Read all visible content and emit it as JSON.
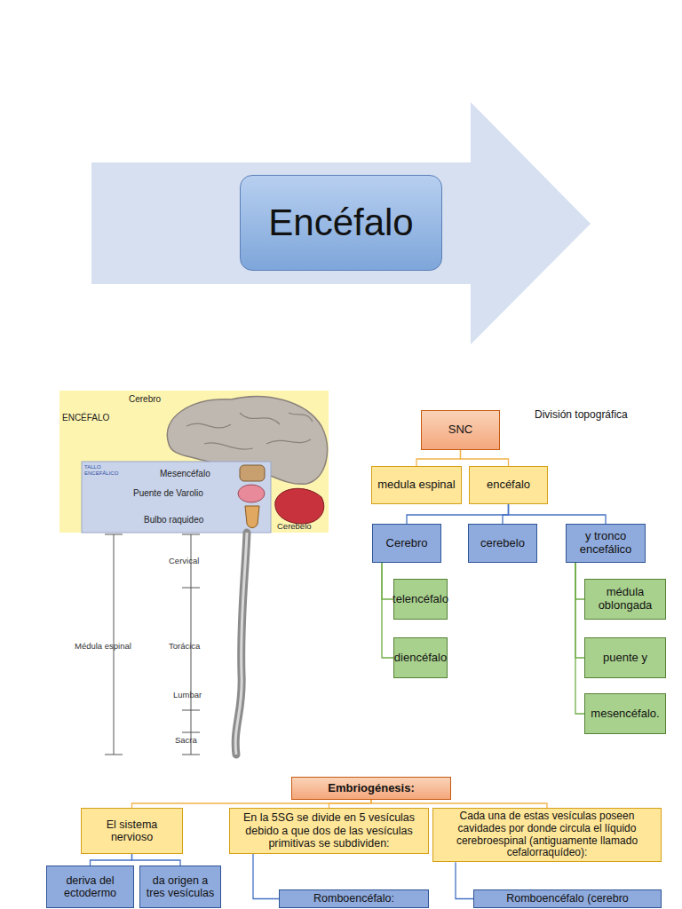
{
  "diagram": {
    "nodes": [
      {
        "text": [
          "Encéfalo"
        ]
      },
      {
        "text": [
          "SNC"
        ]
      },
      {
        "text": [
          "medula espinal"
        ]
      },
      {
        "text": [
          "encéfalo"
        ]
      },
      {
        "text": [
          "Cerebro"
        ]
      },
      {
        "text": [
          "cerebelo"
        ]
      },
      {
        "text": [
          "y tronco encefálico"
        ]
      },
      {
        "text": [
          "telencéfalo"
        ]
      },
      {
        "text": [
          "diencéfalo"
        ]
      },
      {
        "text": [
          "médula oblongada"
        ]
      },
      {
        "text": [
          "puente y"
        ]
      },
      {
        "text": [
          "mesencéfalo."
        ]
      },
      {
        "text": [
          "Embriogénesis:"
        ]
      },
      {
        "text": [
          "El sistema nervioso"
        ]
      },
      {
        "text": [
          "En la 5SG se divide en 5 vesículas debido a que dos de las vesículas primitivas se subdividen:"
        ]
      },
      {
        "text": [
          "Cada una de estas vesículas poseen cavidades por donde circula el líquido cerebroespinal (antiguamente llamado cefalorraquídeo):"
        ]
      },
      {
        "text": [
          "deriva del ectodermo"
        ]
      },
      {
        "text": [
          "da origen a tres vesículas"
        ]
      },
      {
        "text": [
          "Romboencéfalo:"
        ]
      },
      {
        "text": [
          "Romboencéfalo (cerebro"
        ]
      }
    ],
    "edges": [
      {
        "from": 1,
        "to": 2,
        "arrow": "none"
      },
      {
        "from": 1,
        "to": 3,
        "arrow": "none"
      },
      {
        "from": 3,
        "to": 4,
        "arrow": "none"
      },
      {
        "from": 3,
        "to": 5,
        "arrow": "none"
      },
      {
        "from": 3,
        "to": 6,
        "arrow": "none"
      },
      {
        "from": 4,
        "to": 7,
        "arrow": "none"
      },
      {
        "from": 4,
        "to": 8,
        "arrow": "none"
      },
      {
        "from": 6,
        "to": 9,
        "arrow": "none"
      },
      {
        "from": 6,
        "to": 10,
        "arrow": "none"
      },
      {
        "from": 6,
        "to": 11,
        "arrow": "none"
      },
      {
        "from": 12,
        "to": 13,
        "arrow": "none"
      },
      {
        "from": 12,
        "to": 14,
        "arrow": "none"
      },
      {
        "from": 12,
        "to": 15,
        "arrow": "none"
      },
      {
        "from": 13,
        "to": 16,
        "arrow": "none"
      },
      {
        "from": 13,
        "to": 17,
        "arrow": "none"
      },
      {
        "from": 14,
        "to": 18,
        "arrow": "none"
      },
      {
        "from": 15,
        "to": 19,
        "arrow": "none"
      }
    ],
    "labels": [
      "División topográfica",
      "Cerebro",
      "ENCÉFALO",
      "TALLO ENCEFÁLICO",
      "Mesencéfalo",
      "Puente de Varolio",
      "Bulbo raquideo",
      "Cerebelo",
      "Cervical",
      "Médula espinal",
      "Torácica",
      "Lumbar",
      "Sacra"
    ]
  }
}
